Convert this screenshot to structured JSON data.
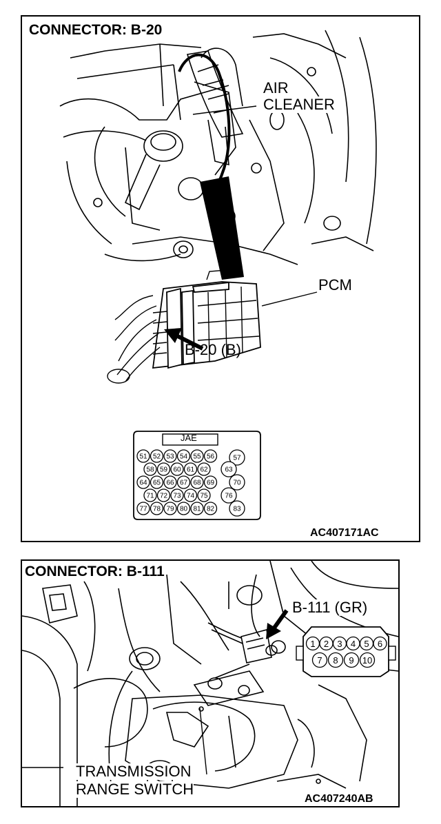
{
  "panel1": {
    "title": "CONNECTOR: B-20",
    "air_cleaner_line1": "AIR",
    "air_cleaner_line2": "CLEANER",
    "pcm": "PCM",
    "connector_ref": "B-20 (B)",
    "connector_maker": "JAE",
    "pins": [
      "51",
      "52",
      "53",
      "54",
      "55",
      "56",
      "57",
      "58",
      "59",
      "60",
      "61",
      "62",
      "63",
      "64",
      "65",
      "66",
      "67",
      "68",
      "69",
      "70",
      "71",
      "72",
      "73",
      "74",
      "75",
      "76",
      "77",
      "78",
      "79",
      "80",
      "81",
      "82",
      "83"
    ],
    "figure_code": "AC407171AC"
  },
  "panel2": {
    "title": "CONNECTOR: B-111",
    "connector_ref": "B-111 (GR)",
    "pins": [
      "1",
      "2",
      "3",
      "4",
      "5",
      "6",
      "7",
      "8",
      "9",
      "10"
    ],
    "component_line1": "TRANSMISSION",
    "component_line2": "RANGE SWITCH",
    "figure_code": "AC407240AB"
  }
}
